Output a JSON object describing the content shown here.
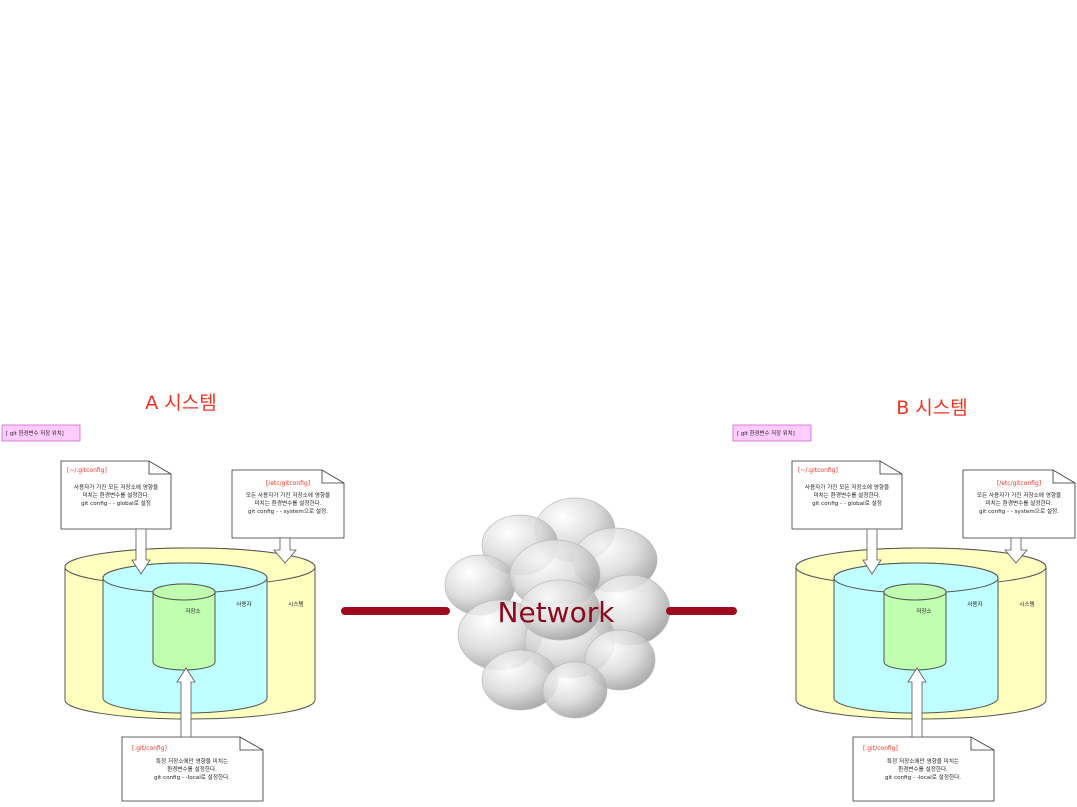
{
  "systems": [
    {
      "title": "A 시스템",
      "tag": "[ git 환경변수 저장 위치]",
      "notes": {
        "global": {
          "title": "[~/.gitconfig]",
          "lines": [
            "사용자가 가진 모든 저장소에 영향을",
            "미치는 환경변수를 설정한다.",
            "git config - - global로 설정"
          ]
        },
        "system": {
          "title": "[/etc/gitconfig]",
          "lines": [
            "모든 사용자가 가진 저장소에 영향을",
            "미치는 환경변수를 설정한다.",
            "git config - - system으로 설정."
          ]
        },
        "local": {
          "title": "[.git/config]",
          "lines": [
            "특정 저장소에만 영향을 미치는",
            "환경변수를 설정한다.",
            "git config - -local로 설정한다."
          ]
        }
      },
      "labels": {
        "repo": "저장소",
        "user": "사용자",
        "system": "시스템"
      }
    },
    {
      "title": "B 시스템",
      "tag": "[ git 환경변수 저장 위치]",
      "notes": {
        "global": {
          "title": "[~/.gitconfig]",
          "lines": [
            "사용자가 가진 모든 저장소에 영향을",
            "미치는 환경변수를 설정한다.",
            "git config - - global로 설정"
          ]
        },
        "system": {
          "title": "[/etc/gitconfig]",
          "lines": [
            "모든 사용자가 가진 저장소에 영향을",
            "미치는 환경변수를 설정한다.",
            "git config - - system으로 설정."
          ]
        },
        "local": {
          "title": "[.git/config]",
          "lines": [
            "특정 저장소에만 영향을 미치는",
            "환경변수를 설정한다.",
            "git config - -local로 설정한다."
          ]
        }
      },
      "labels": {
        "repo": "저장소",
        "user": "사용자",
        "system": "시스템"
      }
    }
  ],
  "network": {
    "label": "Network"
  },
  "colors": {
    "title": "#ee3322",
    "tag_fill": "#ffccff",
    "tag_border": "#cc66cc",
    "system_cylinder": "#ffffc0",
    "user_cylinder": "#c0ffff",
    "repo_cylinder": "#c0ffb0",
    "link": "#a00a1e",
    "network_text": "#8b0a1e"
  }
}
